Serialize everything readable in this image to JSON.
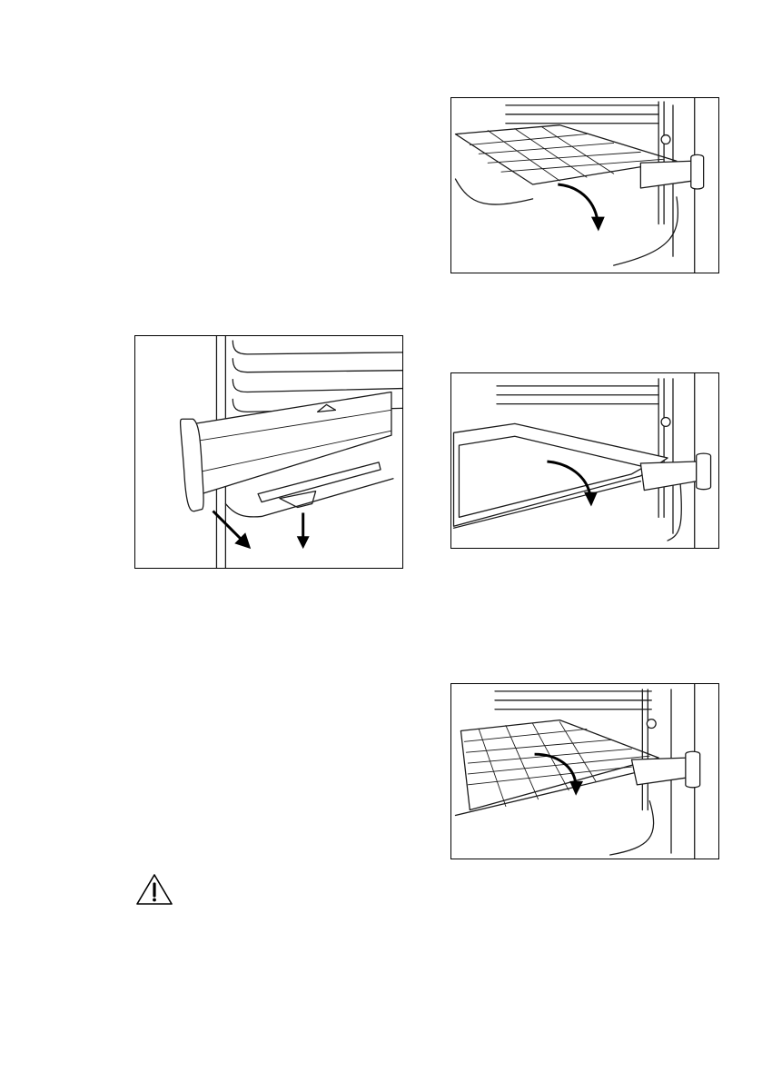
{
  "page": {
    "figures": [
      {
        "id": "telescopic-runner",
        "icon": "telescopic-runner-removal-illustration"
      },
      {
        "id": "wire-shelf",
        "icon": "wire-shelf-insertion-illustration"
      },
      {
        "id": "deep-tray",
        "icon": "deep-tray-insertion-illustration"
      },
      {
        "id": "wire-shelf-and-tray",
        "icon": "wire-shelf-on-runner-illustration"
      }
    ],
    "warning": {
      "icon": "warning-triangle-icon"
    }
  }
}
